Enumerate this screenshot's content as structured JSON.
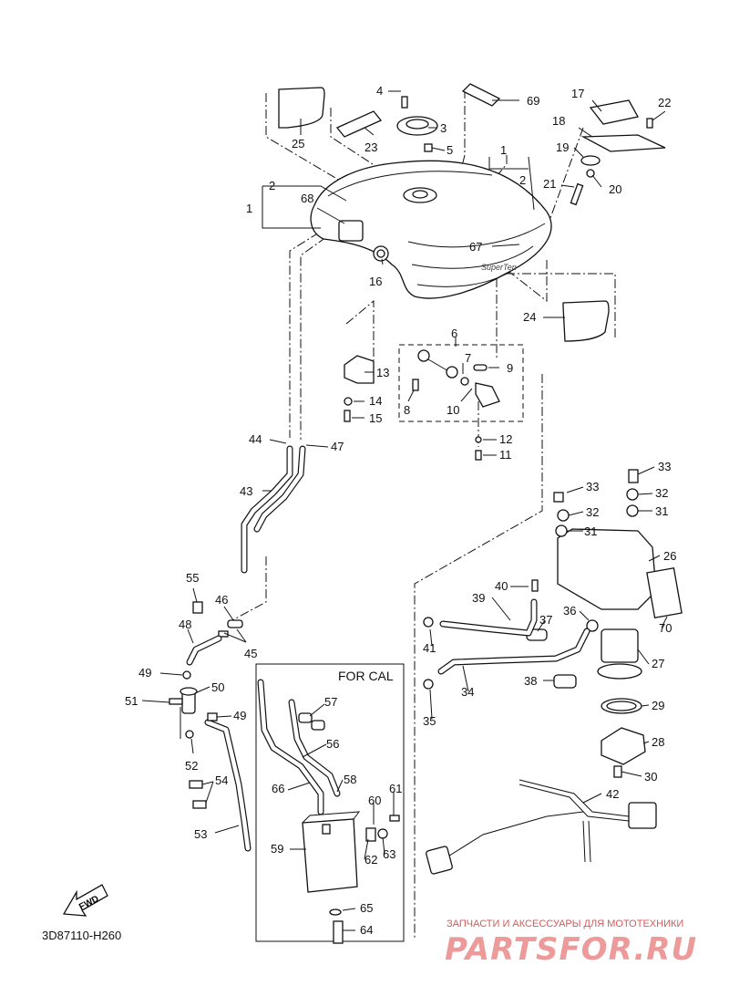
{
  "diagram_code": "3D87110-H260",
  "inset_title": "FOR CAL",
  "fwd_label": "FWD",
  "watermark": {
    "caption": "ЗАПЧАСТИ И АКСЕССУАРЫ ДЛЯ МОТОТЕХНИКИ",
    "logo_text": "PARTSFOR.RU"
  },
  "callouts": {
    "c1a": "1",
    "c1b": "1",
    "c2a": "2",
    "c2b": "2",
    "c3": "3",
    "c4": "4",
    "c5": "5",
    "c6": "6",
    "c7": "7",
    "c8": "8",
    "c9": "9",
    "c10": "10",
    "c11": "11",
    "c12": "12",
    "c13": "13",
    "c14": "14",
    "c15": "15",
    "c16": "16",
    "c17": "17",
    "c18": "18",
    "c19": "19",
    "c20": "20",
    "c21": "21",
    "c22": "22",
    "c23": "23",
    "c24": "24",
    "c25": "25",
    "c26": "26",
    "c27": "27",
    "c28": "28",
    "c29": "29",
    "c30": "30",
    "c31a": "31",
    "c31b": "31",
    "c32a": "32",
    "c32b": "32",
    "c33a": "33",
    "c33b": "33",
    "c34": "34",
    "c35": "35",
    "c36": "36",
    "c37": "37",
    "c38": "38",
    "c39": "39",
    "c40": "40",
    "c41": "41",
    "c42": "42",
    "c43": "43",
    "c44": "44",
    "c45": "45",
    "c46": "46",
    "c47": "47",
    "c48": "48",
    "c49a": "49",
    "c49b": "49",
    "c50": "50",
    "c51": "51",
    "c52": "52",
    "c53": "53",
    "c54": "54",
    "c55": "55",
    "c56": "56",
    "c57": "57",
    "c58": "58",
    "c59": "59",
    "c60": "60",
    "c61": "61",
    "c62": "62",
    "c63": "63",
    "c64": "64",
    "c65": "65",
    "c66": "66",
    "c67": "67",
    "c68": "68",
    "c69": "69",
    "c70": "70"
  }
}
